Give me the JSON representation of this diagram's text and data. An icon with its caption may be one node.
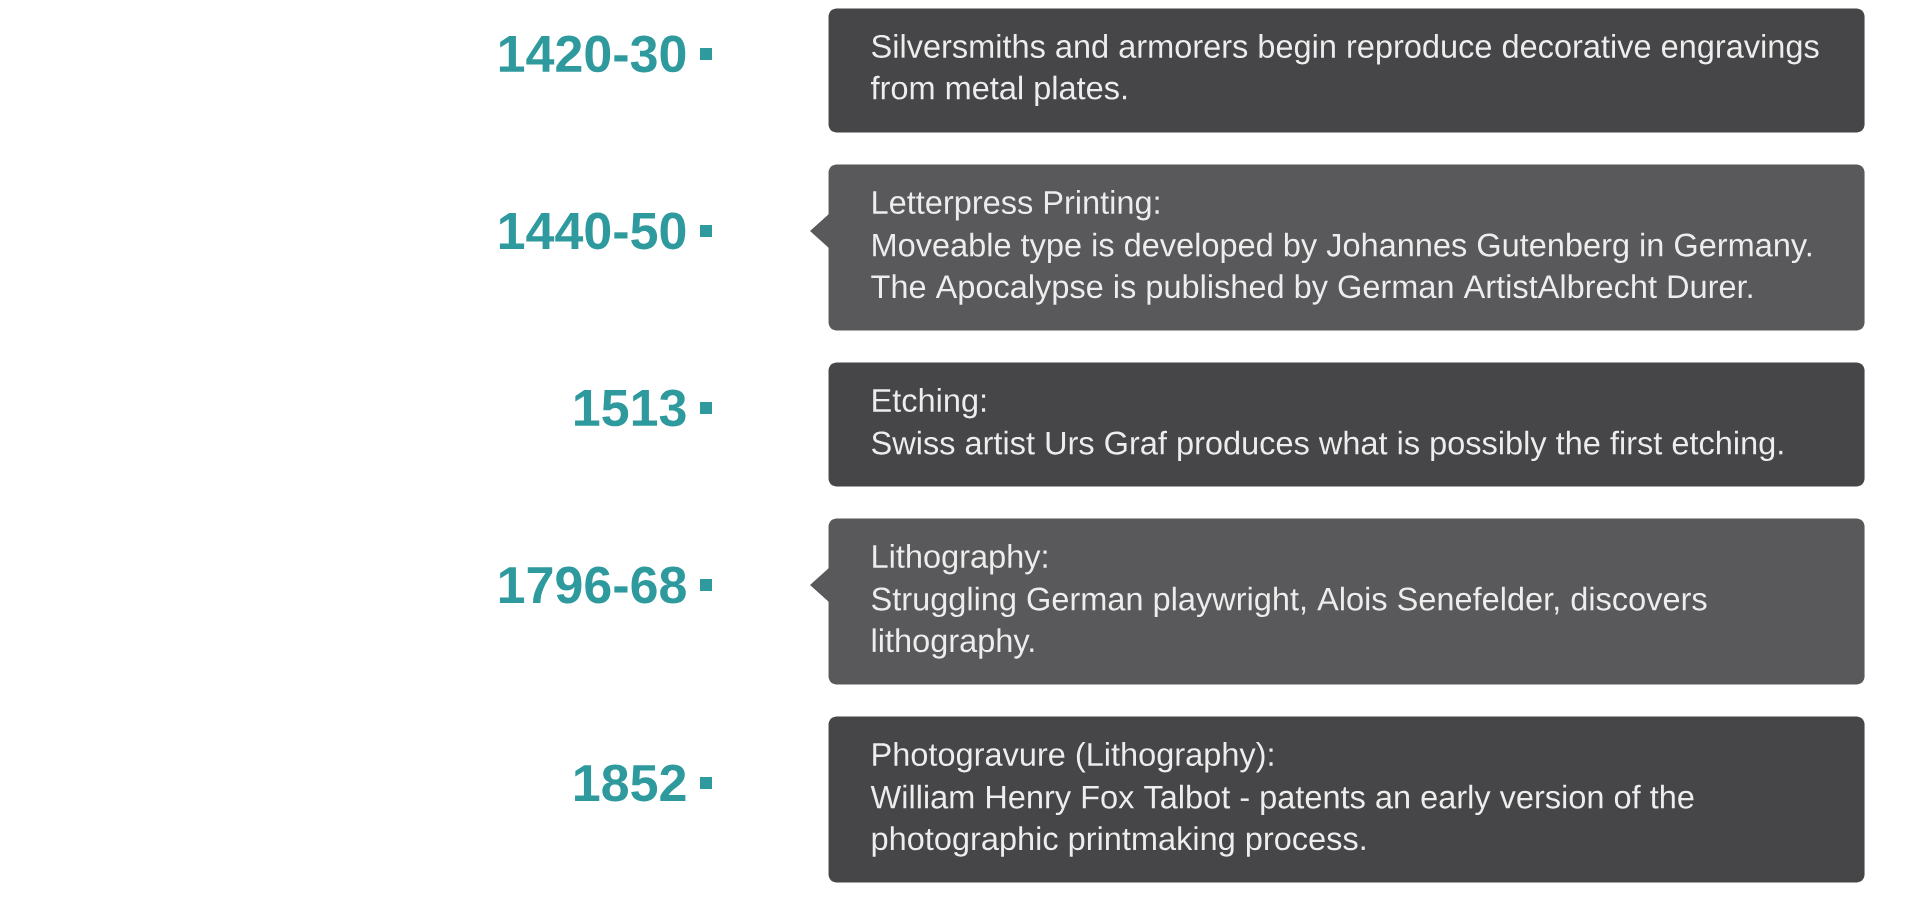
{
  "diagram": {
    "nodes": [
      {
        "text": [
          "Silversmiths and armorers begin reproduce decorative engravings from metal plates."
        ],
        "beside": [
          "1420-30"
        ]
      },
      {
        "text": [
          "Letterpress Printing:",
          "Moveable type is developed by Johannes Gutenberg in Germany. The Apocalypse is published by German ArtistAlbrecht Durer."
        ],
        "beside": [
          "1440-50"
        ]
      },
      {
        "text": [
          "Etching:",
          "Swiss artist Urs Graf produces what is possibly the first etching."
        ],
        "beside": [
          "1513"
        ]
      },
      {
        "text": [
          "Lithography:",
          "Struggling German playwright, Alois Senefelder, discovers lithography."
        ],
        "beside": [
          "1796-68"
        ]
      },
      {
        "text": [
          "Photogravure (Lithography):",
          "William Henry Fox Talbot - patents an early version of the photographic printmaking process."
        ],
        "beside": [
          "1852"
        ]
      }
    ]
  }
}
